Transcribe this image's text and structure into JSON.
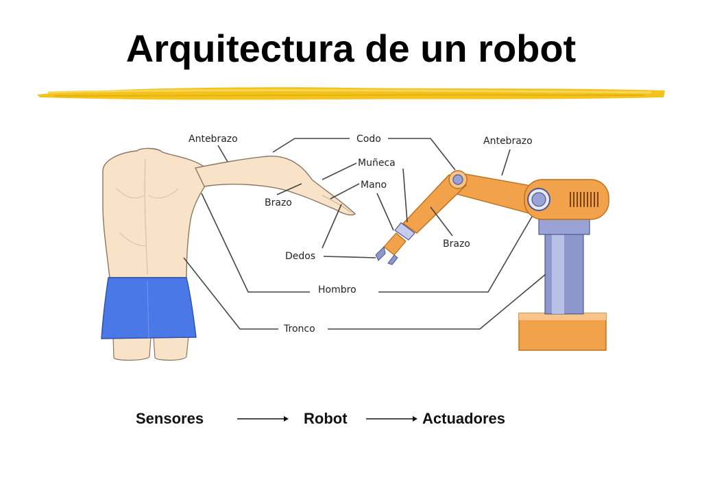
{
  "title": "Arquitectura de un robot",
  "labels": {
    "antebrazo_human": "Antebrazo",
    "codo": "Codo",
    "antebrazo_robot": "Antebrazo",
    "muneca": "Muñeca",
    "mano": "Mano",
    "brazo_human": "Brazo",
    "brazo_robot": "Brazo",
    "dedos": "Dedos",
    "hombro": "Hombro",
    "tronco": "Tronco"
  },
  "flow": {
    "step1": "Sensores",
    "step2": "Robot",
    "step3": "Actuadores"
  },
  "colors": {
    "underline": "#f3c21b",
    "skin": "#f8e3c9",
    "shorts": "#4a78e6",
    "robot_orange": "#f2a24a",
    "robot_column": "#8e97cc"
  }
}
